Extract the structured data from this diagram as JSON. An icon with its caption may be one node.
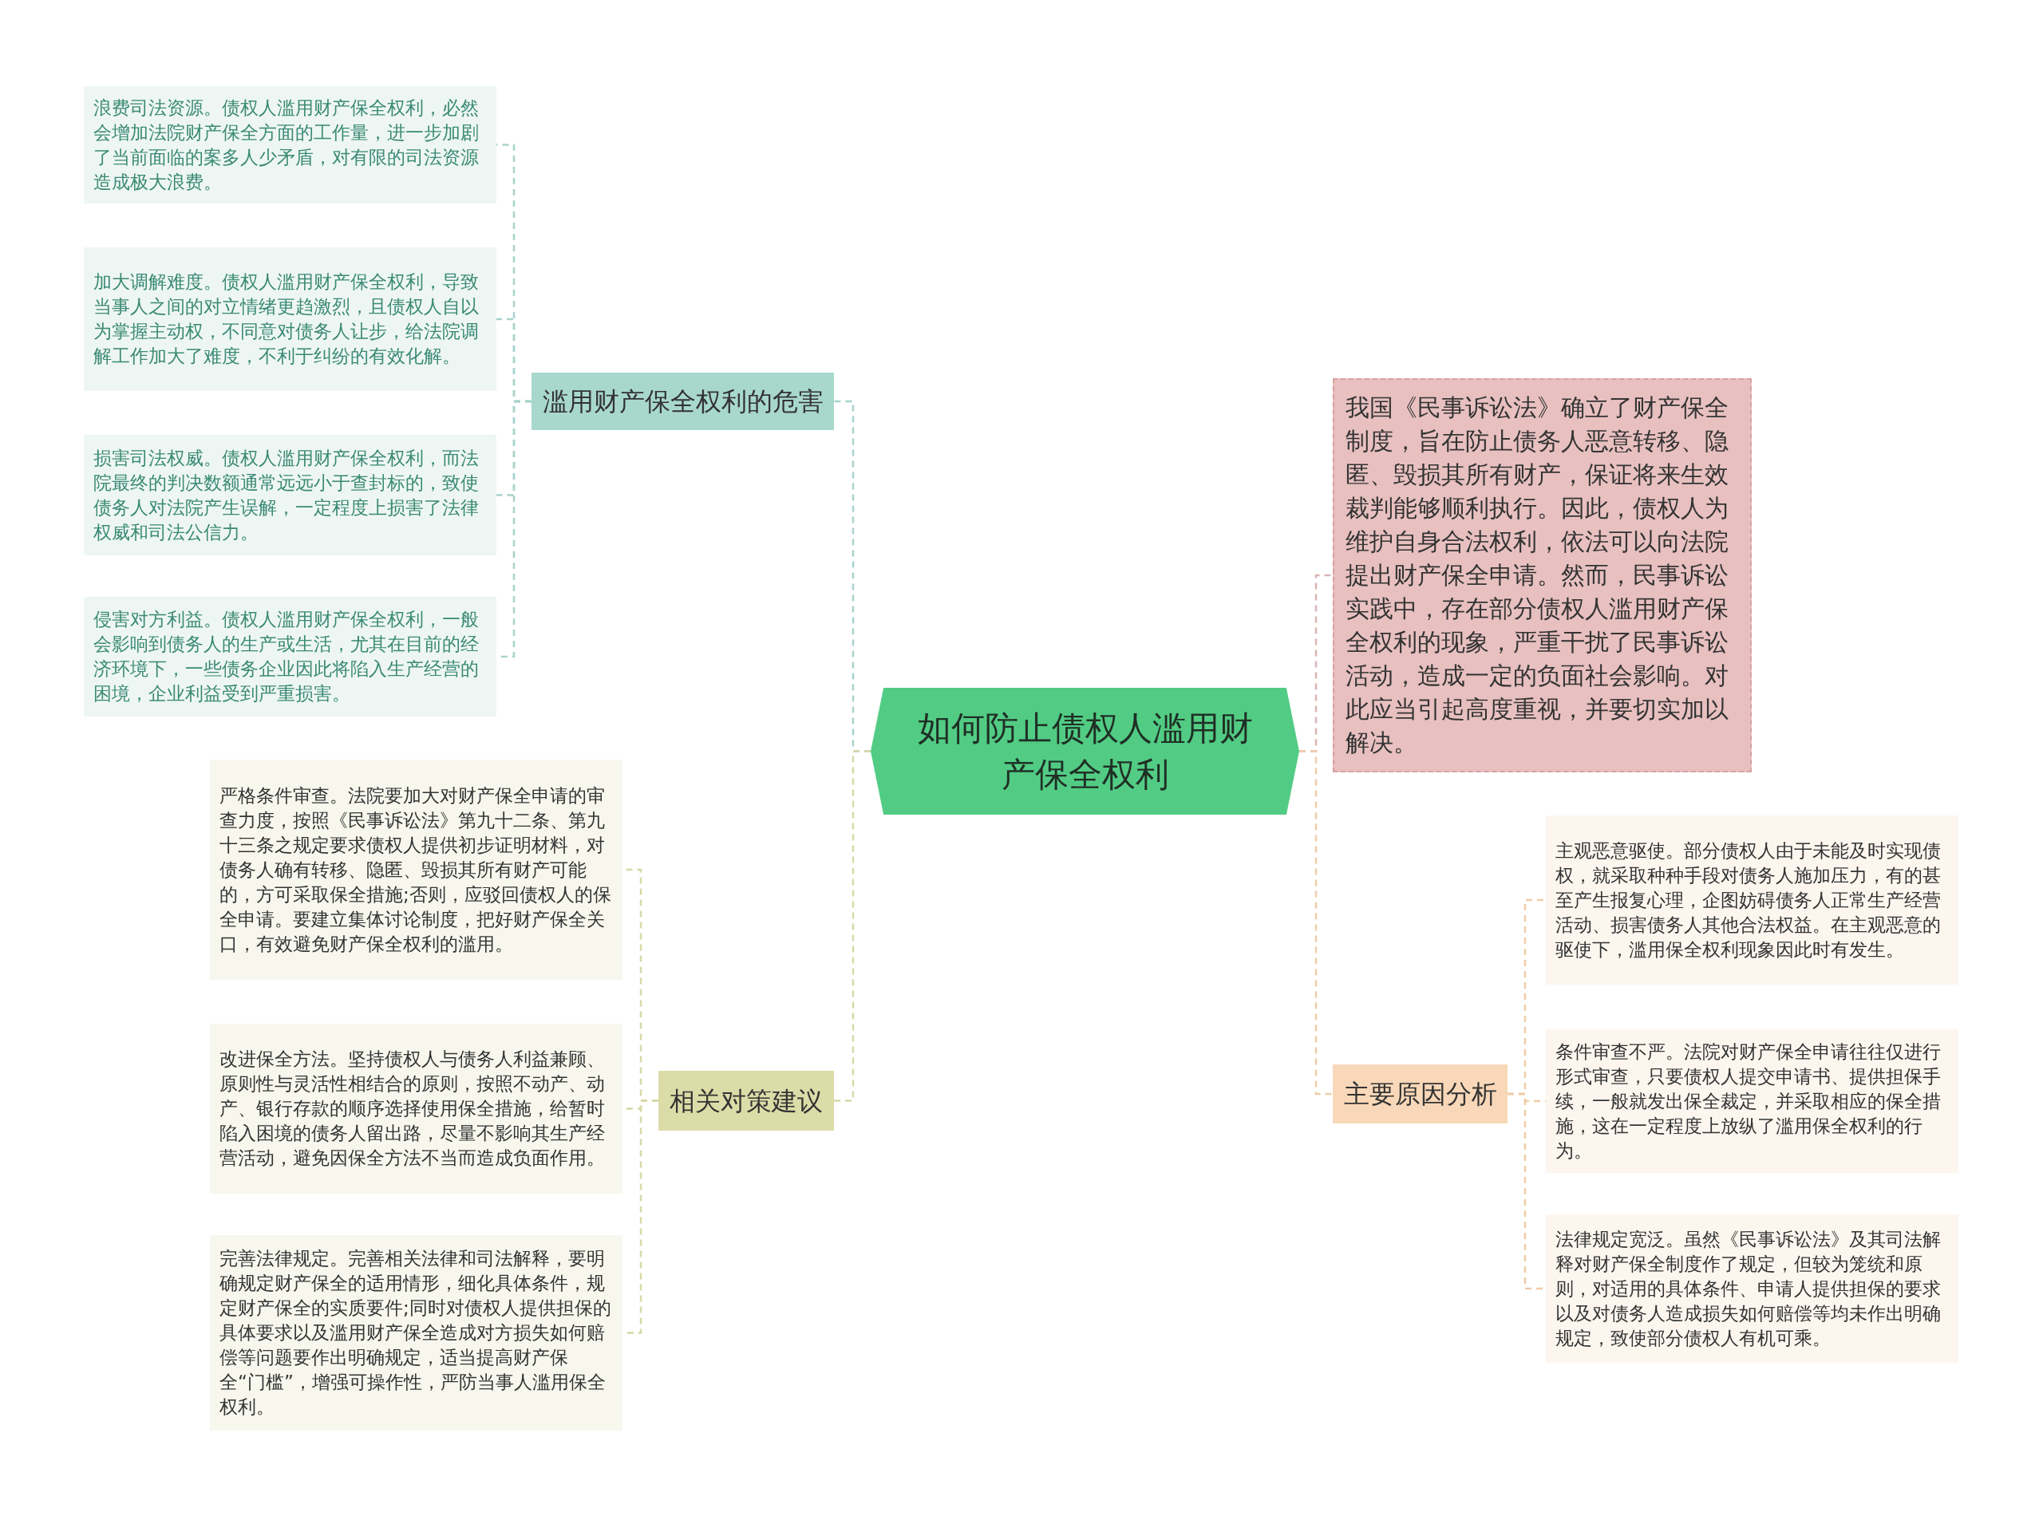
{
  "diagram": {
    "nodes": [
      {
        "text": [
          "如何防止债权人滥用财产保全权利"
        ]
      },
      {
        "text": [
          "滥用财产保全权利的危害"
        ]
      },
      {
        "text": [
          "浪费司法资源。债权人滥用财产保全权利，必然会增加法院财产保全方面的工作量，进一步加剧了当前面临的案多人少矛盾，对有限的司法资源造成极大浪费。"
        ]
      },
      {
        "text": [
          "加大调解难度。债权人滥用财产保全权利，导致当事人之间的对立情绪更趋激烈，且债权人自以为掌握主动权，不同意对债务人让步，给法院调解工作加大了难度，不利于纠纷的有效化解。"
        ]
      },
      {
        "text": [
          "损害司法权威。债权人滥用财产保全权利，而法院最终的判决数额通常远远小于查封标的，致使债务人对法院产生误解，一定程度上损害了法律权威和司法公信力。"
        ]
      },
      {
        "text": [
          "侵害对方利益。债权人滥用财产保全权利，一般会影响到债务人的生产或生活，尤其在目前的经济环境下，一些债务企业因此将陷入生产经营的困境，企业利益受到严重损害。"
        ]
      },
      {
        "text": [
          "相关对策建议"
        ]
      },
      {
        "text": [
          "严格条件审查。法院要加大对财产保全申请的审查力度，按照《民事诉讼法》第九十二条、第九十三条之规定要求债权人提供初步证明材料，对债务人确有转移、隐匿、毁损其所有财产可能的，方可采取保全措施;否则，应驳回债权人的保全申请。要建立集体讨论制度，把好财产保全关口，有效避免财产保全权利的滥用。"
        ]
      },
      {
        "text": [
          "改进保全方法。坚持债权人与债务人利益兼顾、原则性与灵活性相结合的原则，按照不动产、动产、银行存款的顺序选择使用保全措施，给暂时陷入困境的债务人留出路，尽量不影响其生产经营活动，避免因保全方法不当而造成负面作用。"
        ]
      },
      {
        "text": [
          "完善法律规定。完善相关法律和司法解释，要明确规定财产保全的适用情形，细化具体条件，规定财产保全的实质要件;同时对债权人提供担保的具体要求以及滥用财产保全造成对方损失如何赔偿等问题要作出明确规定，适当提高财产保全“门槛”，增强可操作性，严防当事人滥用保全权利。"
        ]
      },
      {
        "text": [
          "我国《民事诉讼法》确立了财产保全制度，旨在防止债务人恶意转移、隐匿、毁损其所有财产，保证将来生效裁判能够顺利执行。因此，债权人为维护自身合法权利，依法可以向法院提出财产保全申请。然而，民事诉讼实践中，存在部分债权人滥用财产保全权利的现象，严重干扰了民事诉讼活动，造成一定的负面社会影响。对此应当引起高度重视，并要切实加以解决。"
        ]
      },
      {
        "text": [
          "主要原因分析"
        ]
      },
      {
        "text": [
          "主观恶意驱使。部分债权人由于未能及时实现债权，就采取种种手段对债务人施加压力，有的甚至产生报复心理，企图妨碍债务人正常生产经营活动、损害债务人其他合法权益。在主观恶意的驱使下，滥用保全权利现象因此时有发生。"
        ]
      },
      {
        "text": [
          "条件审查不严。法院对财产保全申请往往仅进行形式审查，只要债权人提交申请书、提供担保手续，一般就发出保全裁定，并采取相应的保全措施，这在一定程度上放纵了滥用保全权利的行为。"
        ]
      },
      {
        "text": [
          "法律规定宽泛。虽然《民事诉讼法》及其司法解释对财产保全制度作了规定，但较为笼统和原则，对适用的具体条件、申请人提供担保的要求以及对债务人造成损失如何赔偿等均未作出明确规定，致使部分债权人有机可乘。"
        ]
      }
    ],
    "edges": [
      {
        "from": 0,
        "to": 1,
        "arrow": "none",
        "style": "dashed",
        "color": "#a8d3cc"
      },
      {
        "from": 1,
        "to": 2,
        "arrow": "none",
        "style": "dashed",
        "color": "#a8d3cc"
      },
      {
        "from": 1,
        "to": 3,
        "arrow": "none",
        "style": "dashed",
        "color": "#a8d3cc"
      },
      {
        "from": 1,
        "to": 4,
        "arrow": "none",
        "style": "dashed",
        "color": "#a8d3cc"
      },
      {
        "from": 1,
        "to": 5,
        "arrow": "none",
        "style": "dashed",
        "color": "#a8d3cc"
      },
      {
        "from": 0,
        "to": 6,
        "arrow": "none",
        "style": "dashed",
        "color": "#d8d8a8"
      },
      {
        "from": 6,
        "to": 7,
        "arrow": "none",
        "style": "dashed",
        "color": "#d8d8a8"
      },
      {
        "from": 6,
        "to": 8,
        "arrow": "none",
        "style": "dashed",
        "color": "#d8d8a8"
      },
      {
        "from": 6,
        "to": 9,
        "arrow": "none",
        "style": "dashed",
        "color": "#d8d8a8"
      },
      {
        "from": 0,
        "to": 10,
        "arrow": "none",
        "style": "dashed",
        "color": "#dcb4b4"
      },
      {
        "from": 0,
        "to": 11,
        "arrow": "none",
        "style": "dashed",
        "color": "#f0cca8"
      },
      {
        "from": 11,
        "to": 12,
        "arrow": "none",
        "style": "dashed",
        "color": "#f0cca8"
      },
      {
        "from": 11,
        "to": 13,
        "arrow": "none",
        "style": "dashed",
        "color": "#f0cca8"
      },
      {
        "from": 11,
        "to": 14,
        "arrow": "none",
        "style": "dashed",
        "color": "#f0cca8"
      }
    ]
  }
}
